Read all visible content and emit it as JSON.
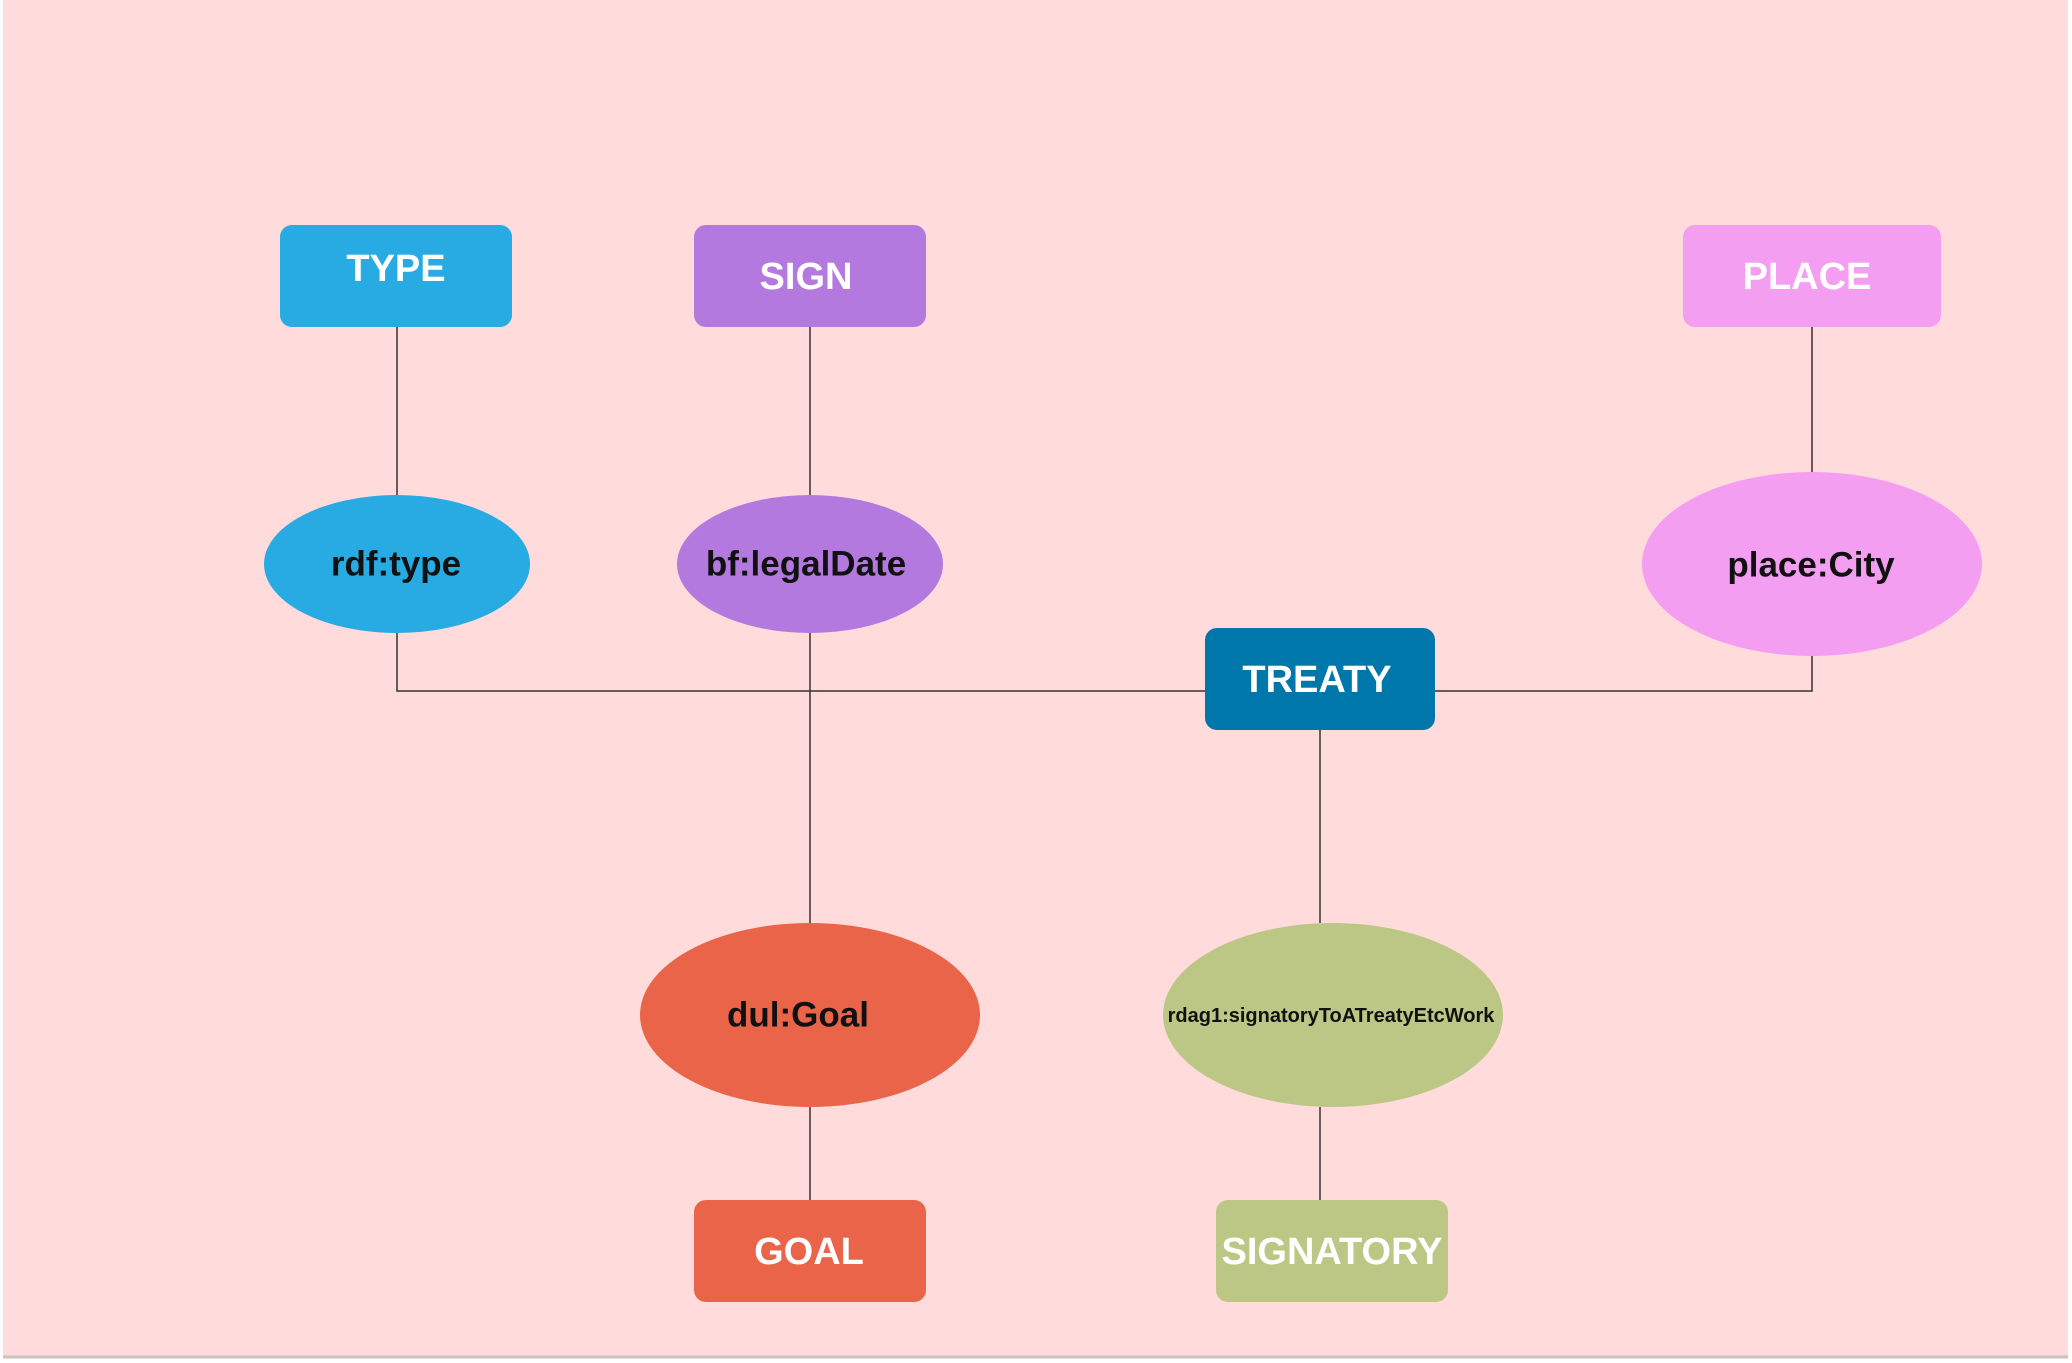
{
  "colors": {
    "background": "#FFDBDB",
    "connector": "#333333",
    "type": "#28ABE3",
    "sign": "#B479DE",
    "place": "#F49EF2",
    "treaty": "#0077AA",
    "goal": "#EA6449",
    "signatory": "#BCC785",
    "box_text": "#FFFFFF",
    "ellipse_text": "#111111"
  },
  "nodes": {
    "type_box": "TYPE",
    "sign_box": "SIGN",
    "place_box": "PLACE",
    "treaty_box": "TREATY",
    "goal_box": "GOAL",
    "signatory_box": "SIGNATORY",
    "rdf_type": "rdf:type",
    "bf_legal_date": "bf:legalDate",
    "place_city": "place:City",
    "dul_goal": "dul:Goal",
    "rdag1_signatory": "rdag1:signatoryToATreatyEtcWork"
  }
}
